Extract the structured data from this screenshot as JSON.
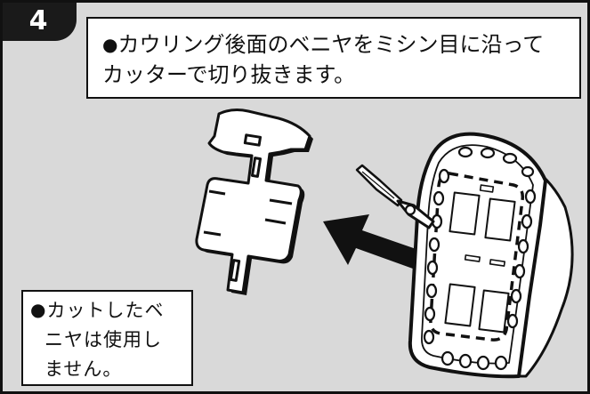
{
  "step_number": "4",
  "instruction": {
    "bullet": "●",
    "line1": "カウリング後面のベニヤをミシン目に沿って",
    "line2": "カッターで切り抜きます。"
  },
  "note": {
    "bullet": "●",
    "line1": "カットしたベ",
    "line2": "ニヤは使用し",
    "line3": "ません。"
  },
  "colors": {
    "panel_background": "#d9d9d9",
    "outline": "#111111",
    "arrow": "#111111",
    "part_fill": "#ffffff"
  }
}
